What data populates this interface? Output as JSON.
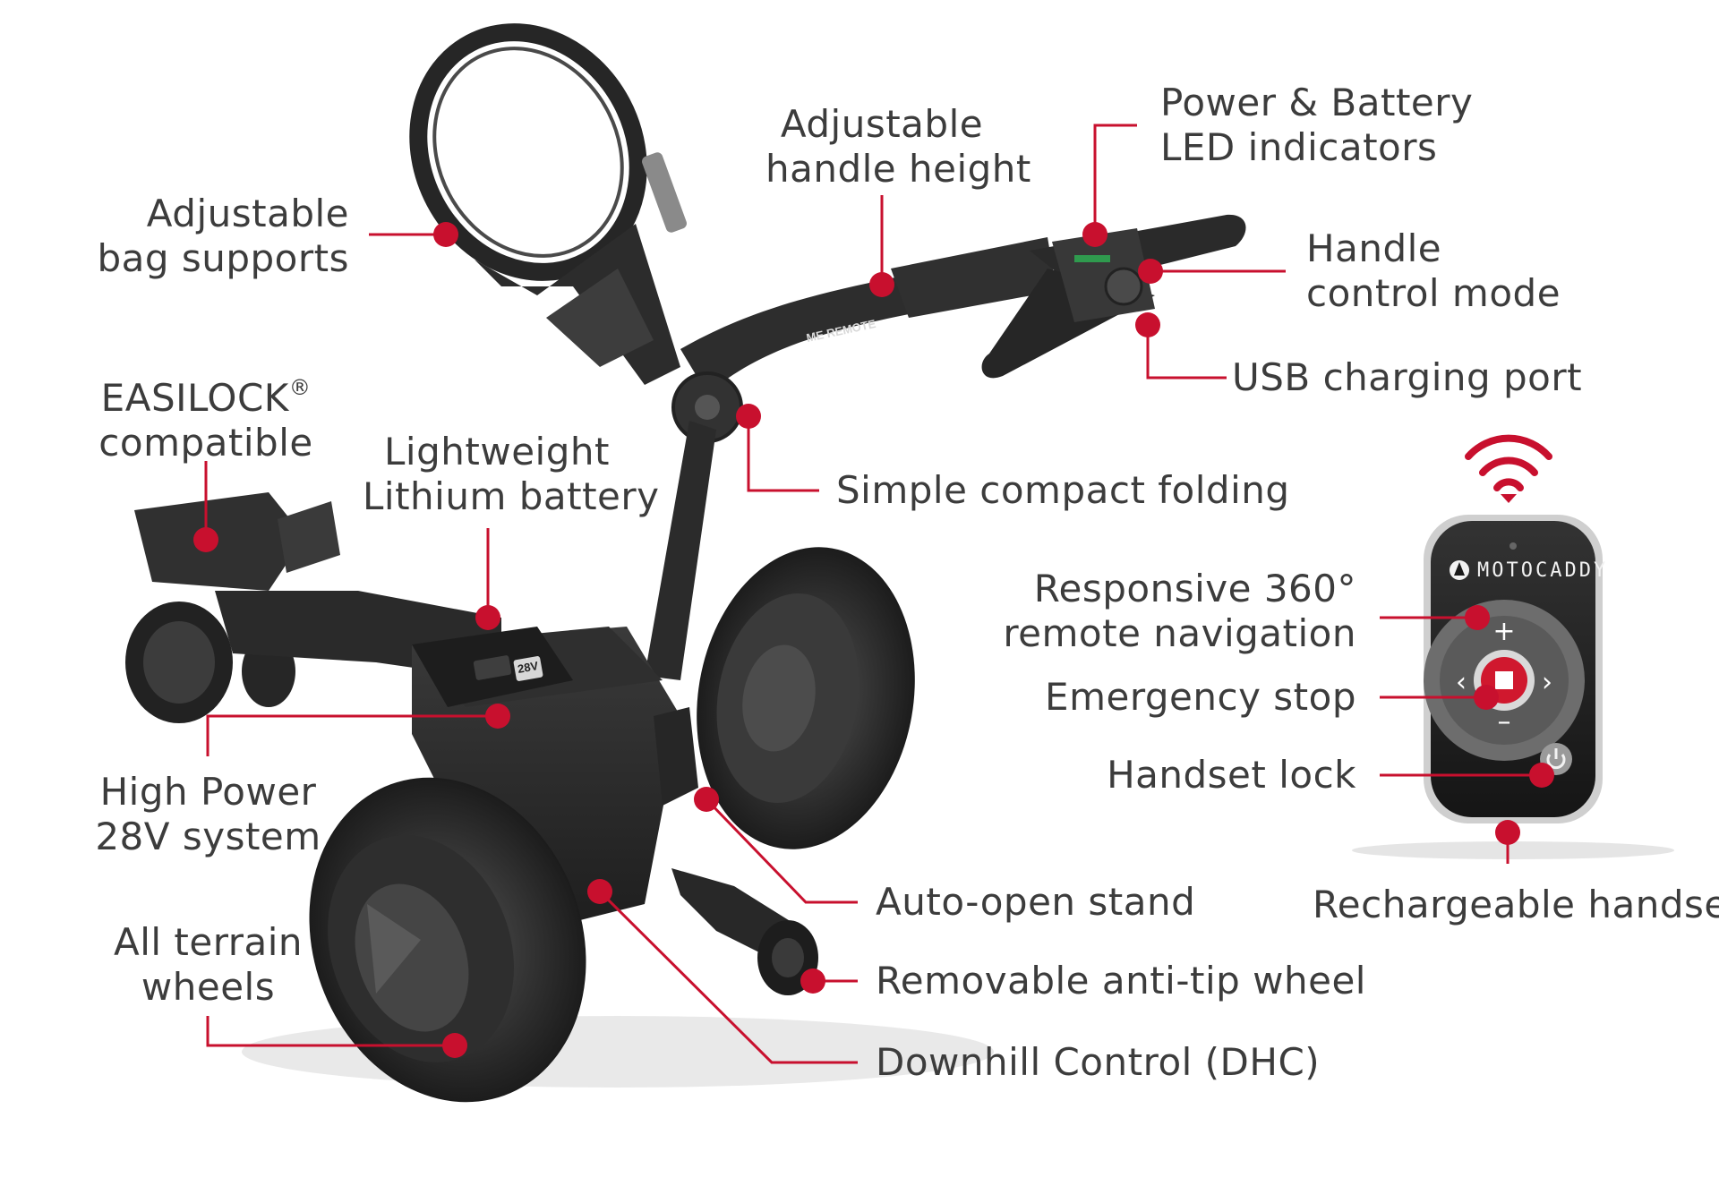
{
  "labels": {
    "bag_supports": [
      "Adjustable",
      "bag supports"
    ],
    "handle_height": [
      "Adjustable",
      "handle height"
    ],
    "power_battery_led": [
      "Power & Battery",
      "LED indicators"
    ],
    "handle_control_mode": [
      "Handle",
      "control mode"
    ],
    "usb_charging_port": "USB charging port",
    "easilock": [
      "EASILOCK",
      "®",
      "compatible"
    ],
    "lithium_battery": [
      "Lightweight",
      "Lithium battery"
    ],
    "compact_folding": "Simple compact folding",
    "remote_navigation": [
      "Responsive 360°",
      "remote navigation"
    ],
    "emergency_stop": "Emergency stop",
    "handset_lock": "Handset lock",
    "rechargeable_handset": "Rechargeable handset",
    "power_system": [
      "High Power",
      "28V system"
    ],
    "auto_open_stand": "Auto-open stand",
    "anti_tip_wheel": "Removable anti-tip wheel",
    "all_terrain_wheels": [
      "All terrain",
      "wheels"
    ],
    "downhill_control": "Downhill Control (DHC)"
  },
  "product_text": {
    "remote_brand": "MOTOCADDY",
    "handle_logo": "ME REMOTE",
    "battery_voltage": "28V"
  },
  "colors": {
    "accent_red": "#c8102e",
    "label_text": "#3c3c3c",
    "trolley_body": "#2a2a2a",
    "background": "#ffffff"
  },
  "icons": [
    "wifi-signal-icon",
    "motocaddy-logo-icon",
    "plus-icon",
    "minus-icon",
    "chevron-left-icon",
    "chevron-right-icon",
    "stop-icon",
    "power-icon"
  ]
}
